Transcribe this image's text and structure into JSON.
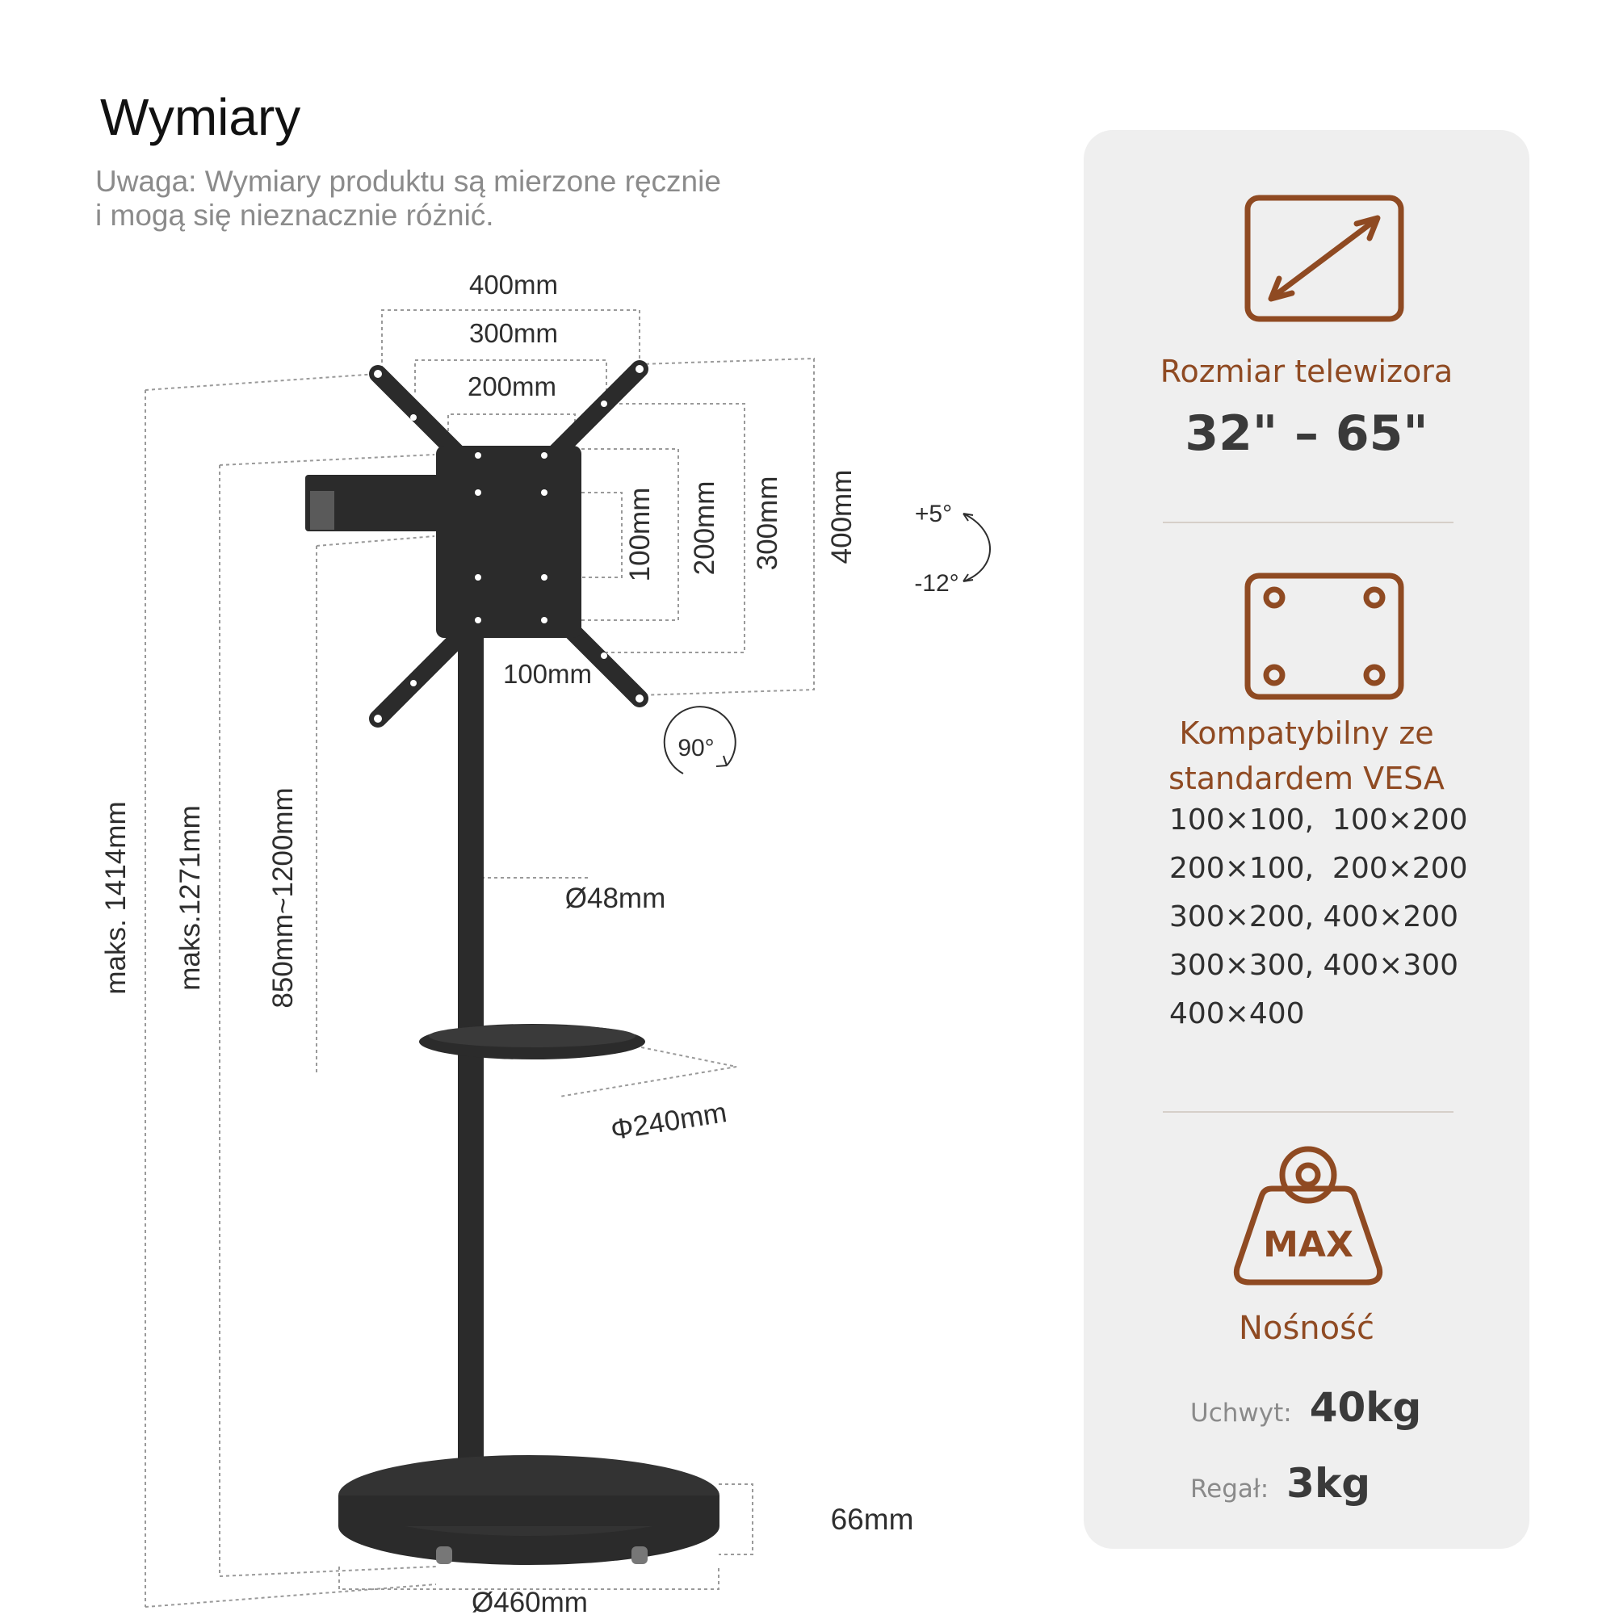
{
  "header": {
    "title": "Wymiary",
    "note_line1": "Uwaga: Wymiary produktu są mierzone ręcznie",
    "note_line2": "i mogą się nieznacznie różnić."
  },
  "diagram": {
    "vesa_widths": {
      "w400": "400mm",
      "w300": "300mm",
      "w200": "200mm",
      "w100": "100mm"
    },
    "vesa_heights": {
      "h100": "100mm",
      "h200": "200mm",
      "h300": "300mm",
      "h400": "400mm"
    },
    "tilt": {
      "up": "+5°",
      "down": "-12°"
    },
    "rotation": "90°",
    "heights": {
      "max_total": "maks. 1414mm",
      "max_mount": "maks.1271mm",
      "range": "850mm~1200mm"
    },
    "pole_diameter": "Ø48mm",
    "shelf_diameter": "Φ240mm",
    "base_height": "66mm",
    "base_diameter": "Ø460mm",
    "colors": {
      "stand": "#2b2b2b",
      "dim_line": "#9a9a9a"
    }
  },
  "panel": {
    "tv_size": {
      "label": "Rozmiar telewizora",
      "range": "32\" – 65\"",
      "icon": "diagonal-screen-icon"
    },
    "vesa": {
      "label_line1": "Kompatybilny ze",
      "label_line2": "standardem VESA",
      "icon": "vesa-plate-icon",
      "sizes": [
        "100×100,  100×200",
        "200×100,  200×200",
        "300×200, 400×200",
        "300×300, 400×300",
        "400×400"
      ]
    },
    "load": {
      "label": "Nośność",
      "icon": "max-weight-icon",
      "icon_text": "MAX",
      "mount_key": "Uchwyt:",
      "mount_value": "40kg",
      "shelf_key": "Regał:",
      "shelf_value": "3kg"
    },
    "accent_color": "#8f4a22",
    "background_color": "#efefef"
  }
}
